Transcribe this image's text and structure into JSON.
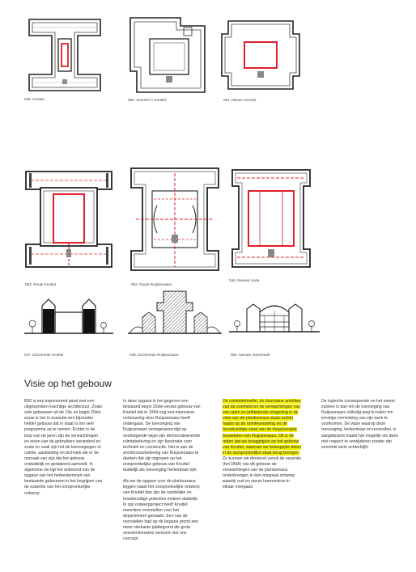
{
  "figures": [
    {
      "id": "fig-049",
      "caption": "049.  Knuttel"
    },
    {
      "id": "fig-050",
      "caption": "050.  Voorstel C Knuttel"
    },
    {
      "id": "fig-051",
      "caption": "051.  Nieuw concept"
    },
    {
      "id": "fig-053",
      "caption": "053.  Route Knuttel"
    },
    {
      "id": "fig-052",
      "caption": "052.  Route Ruijssenaars"
    },
    {
      "id": "fig-046",
      "caption": "046.  Nieuwe route"
    },
    {
      "id": "fig-047",
      "caption": "047.  Doorsnede Knuttel"
    },
    {
      "id": "fig-048",
      "caption": "048.  Doorsnede Ruijssenaars"
    },
    {
      "id": "fig-054",
      "caption": "054.  Nieuwe doorsnede"
    }
  ],
  "section_title": "Visie op het gebouw",
  "columns": {
    "col1": [
      "B30 is een imponerend pand met een uitgesproken krachtige architectuur. Zoals vele gebouwen uit de 19e en begin 20ste eeuw is het in essentie een bijzonder helder gebouw dat in staat is om veel programma op te nemen. Echter in de loop van de jaren zijn de verwachtingen en eisen van de gebruikers veranderd en zoals zo vaak zijn het de toevoegingen in ruimte, aankleding en techniek die er de oorzaak van zijn dat het gebouw onduidelijk en gedateerd aanvoelt. In algemene zin ligt het antwoord van de opgave van het herbestemmen van bestaande gebouwen in het begrijpen van de essentie van het oorspronkelijke ontwerp."
    ],
    "col2": [
      "In deze opgave is het gegeven een bestaand begin 20ste eeuws gebouw van Knuttel dat in 1994 nog een intensieve verbouwing door Ruijssenaars heeft ondergaan. De toevoeging van Ruijssenaars vertegenwoordigt op overtuigende wijze zijn democratiserende ruimtebeleving en zijn fascinatie voor techniek en constructie. Het is aan de architectuurbeleving van Ruijssenaars te danken dat zijn ingrepen op het oorspronkelijke gebouw van Knuttel duidelijk als toevoeging herkenbaar zijn.",
      "Als we de opgave voor de planbureaus leggen naast het oorspronkelijke ontwerp van Knuttel dan zijn de ruimtelijke en bouwkundige potenties meteen duidelijk. In zijn ontwerpproject heeft Knuttel meerdere voorstellen voor het departement gemaakt. Een van de voorstellen had op de begane grond een meer vierkante plattegrond die grote overeenkomsten vertoont met ons concept."
    ],
    "col3_highlight": "De ruimtebehoefte, de duurzame ambities van de overheid en de verwachtingen van een open en prikkelende omgeving in de visie van de planbureaus staan echter haaks op de ruimteverdeling en de bouwkundige staat van de toegevoegde bouwdelen van Ruijssenaars. Dit is de reden dat we teruggrijpen op het gebouw van Knuttel, waarvan we belangrijke delen in de oorspronkelijke staat terug brengen.",
    "col3_rest": "Zo kunnen we denkend vanuit de essentie (het DNA) van dit gebouw de verwachtingen van de planbureaus onderbrengen in één integraal ontwerp waarbij oud en nieuw harmonieus in elkaar overgaan.",
    "col4": [
      "De logische consequentie en het meest zuivere is dan om de toevoeging van Ruijssenaars volledig weg te halen om ernstige verminking van zijn werk te voorkomen. De wijze waarop deze toevoeging, herkenbaar en reversibel, is aangebracht maakt het mogelijk om deze met respect te verwijderen zonder dat verminkt werk achterblijft."
    ]
  },
  "colors": {
    "accent": "#e0202a",
    "highlight": "#f4f000",
    "ink": "#222222",
    "hatch": "#555555"
  }
}
